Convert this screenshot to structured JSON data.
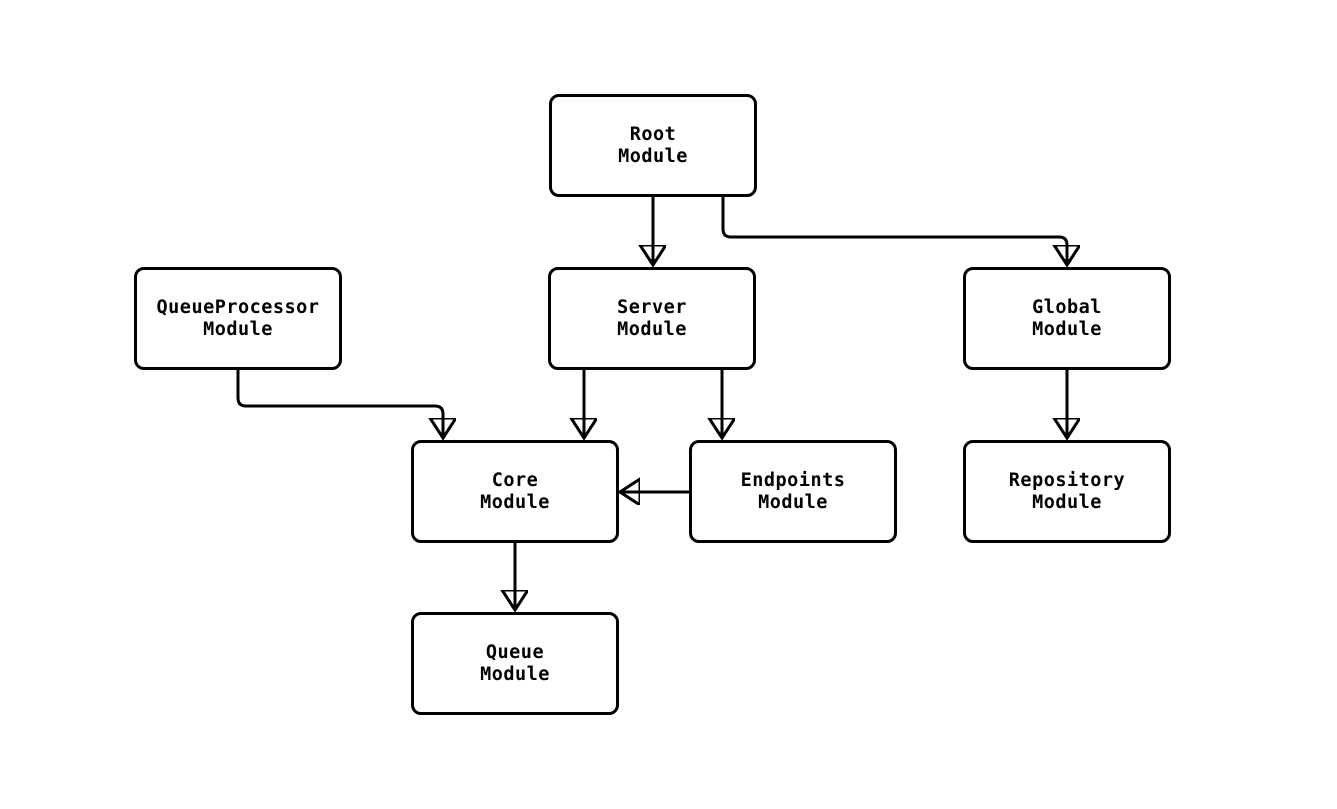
{
  "diagram": {
    "background_color": "#ffffff",
    "stroke_color": "#000000",
    "text_color": "#000000",
    "nodes": {
      "root": {
        "label": "Root\nModule"
      },
      "server": {
        "label": "Server\nModule"
      },
      "queueprocessor": {
        "label": "QueueProcessor\nModule"
      },
      "global": {
        "label": "Global\nModule"
      },
      "core": {
        "label": "Core\nModule"
      },
      "endpoints": {
        "label": "Endpoints\nModule"
      },
      "repository": {
        "label": "Repository\nModule"
      },
      "queue": {
        "label": "Queue\nModule"
      }
    },
    "edges": [
      {
        "from": "Root Module",
        "to": "Server Module"
      },
      {
        "from": "Root Module",
        "to": "Global Module"
      },
      {
        "from": "QueueProcessor Module",
        "to": "Core Module"
      },
      {
        "from": "Server Module",
        "to": "Core Module"
      },
      {
        "from": "Server Module",
        "to": "Endpoints Module"
      },
      {
        "from": "Endpoints Module",
        "to": "Core Module"
      },
      {
        "from": "Global Module",
        "to": "Repository Module"
      },
      {
        "from": "Core Module",
        "to": "Queue Module"
      }
    ]
  }
}
